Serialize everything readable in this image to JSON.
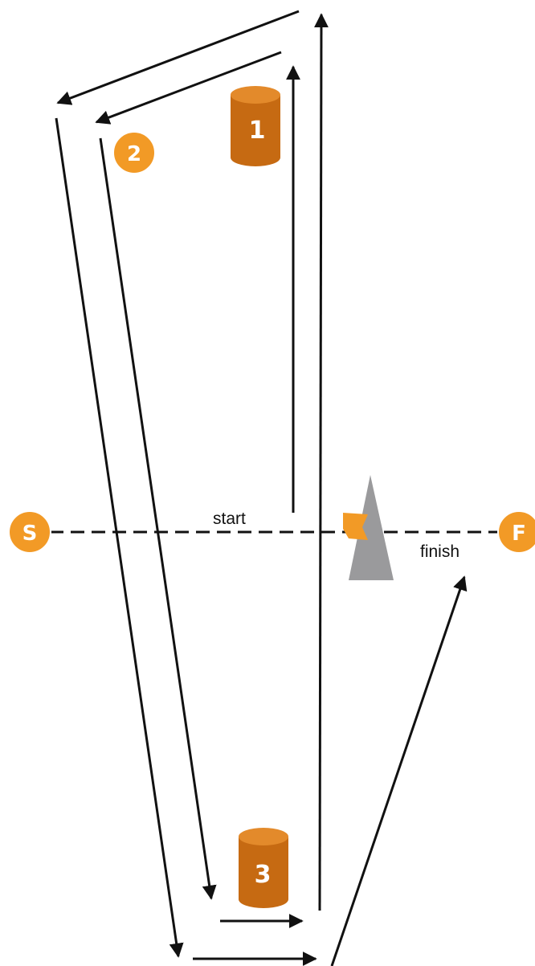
{
  "colors": {
    "accent": "#F29A26",
    "barrel_dark": "#C66A12",
    "barrel_light": "#E38A2B",
    "line": "#111111",
    "cone": "#9A9A9C"
  },
  "start_marker": {
    "letter": "S"
  },
  "finish_marker": {
    "letter": "F"
  },
  "start_label": "start",
  "finish_label": "finish",
  "barrels": [
    {
      "number": "1",
      "icon": "barrel-icon"
    },
    {
      "number": "3",
      "icon": "barrel-icon"
    }
  ],
  "badge_2": {
    "number": "2",
    "icon": "circle-badge-icon"
  },
  "flag": {
    "icon": "flag-icon"
  },
  "cone": {
    "icon": "cone-icon"
  }
}
